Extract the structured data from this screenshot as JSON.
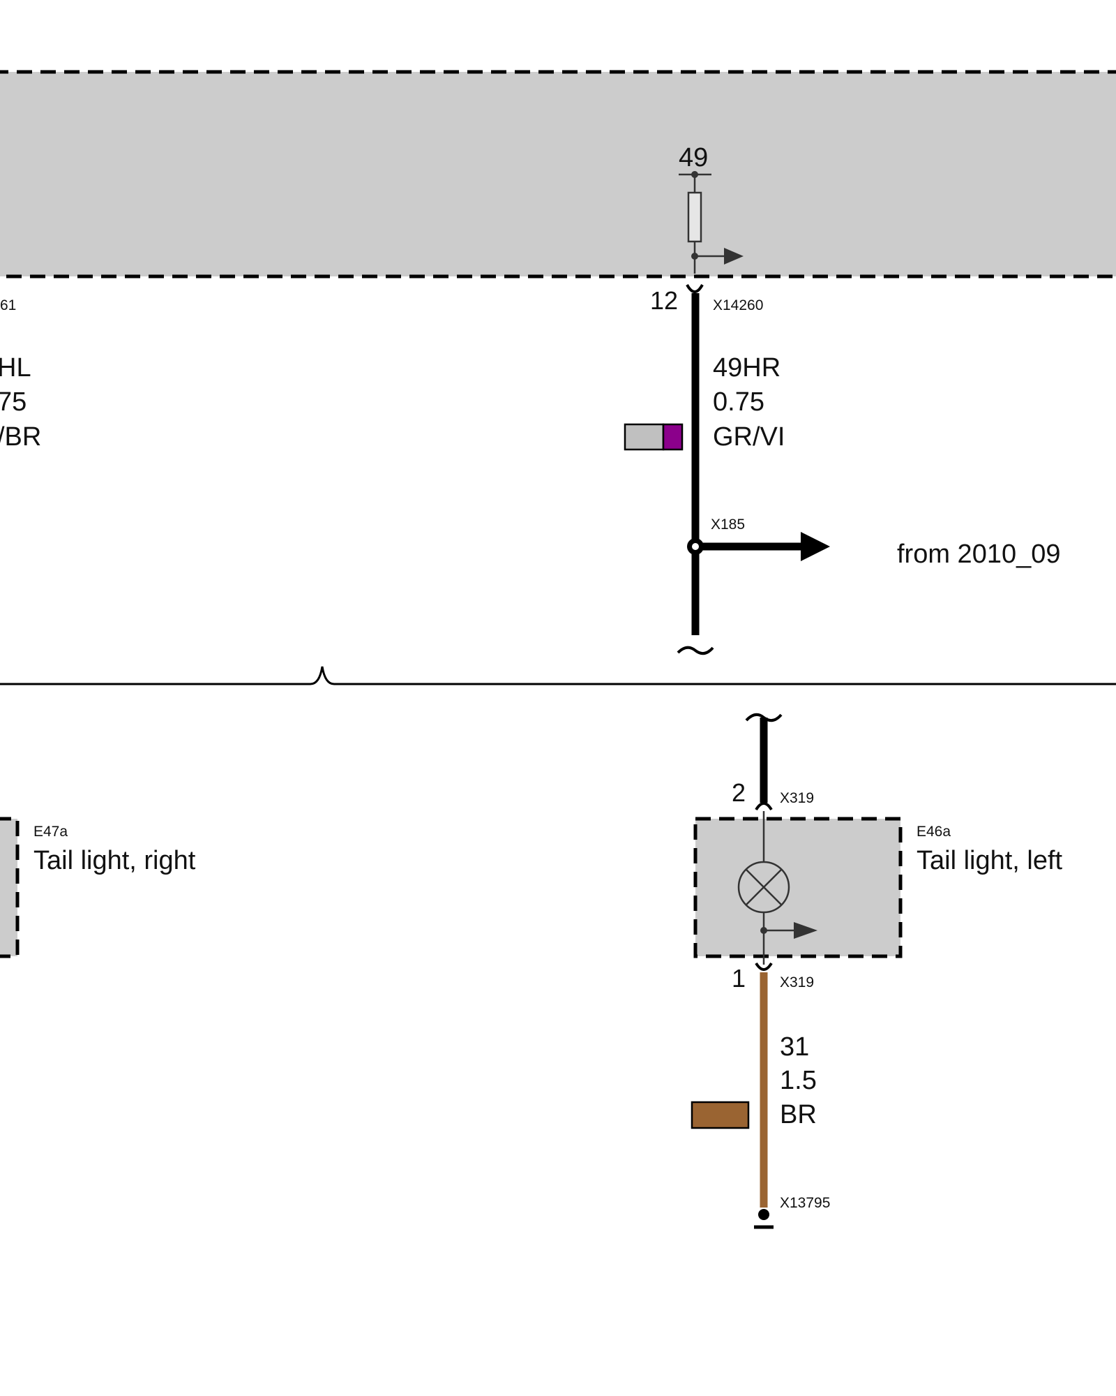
{
  "module_top": {
    "fuse_terminal": "49",
    "pin_left_partial": "",
    "connector_left_partial": "61",
    "pin_right": "12",
    "connector_right": "X14260"
  },
  "wire_left_partial": {
    "signal": "HL",
    "gauge": "75",
    "color": "/BR"
  },
  "wire_49hr": {
    "signal": "49HR",
    "gauge": "0.75",
    "color": "GR/VI",
    "swatch_colors": [
      "#c0c0c0",
      "#8b008b"
    ]
  },
  "splice": {
    "connector": "X185",
    "note": "from 2010_09"
  },
  "tail_right": {
    "id": "E47a",
    "name": "Tail light, right"
  },
  "tail_left": {
    "id": "E46a",
    "name": "Tail light, left",
    "pin_top": "2",
    "connector_top": "X319",
    "pin_bottom": "1",
    "connector_bottom": "X319"
  },
  "wire_31": {
    "signal": "31",
    "gauge": "1.5",
    "color": "BR",
    "swatch_color": "#9a6432"
  },
  "ground": {
    "connector": "X13795"
  },
  "colors": {
    "module_fill": "#cccccc",
    "wire_black": "#000000",
    "wire_brown": "#9a6432",
    "component_line": "#333333"
  }
}
